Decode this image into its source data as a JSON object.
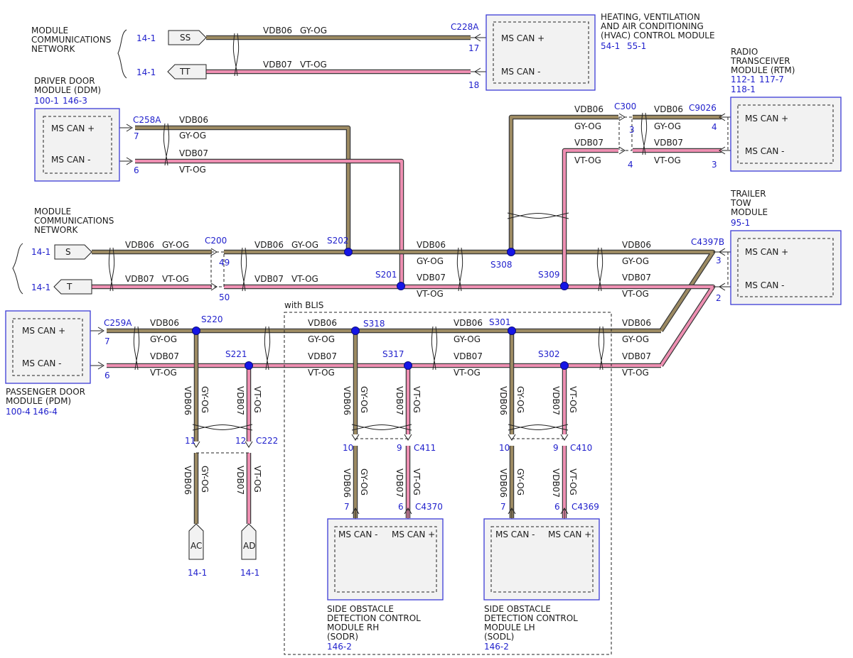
{
  "colors": {
    "gy_og": "#9c8a62",
    "vt_og": "#ee8fb2",
    "link": "#1f1fcc",
    "splice": "#1515e6"
  },
  "wires": {
    "vdb06": "VDB06",
    "vdb07": "VDB07",
    "gy_og": "GY-OG",
    "vt_og": "VT-OG"
  },
  "blocks": {
    "mcn_top": {
      "lines": [
        "MODULE",
        "COMMUNICATIONS",
        "NETWORK"
      ],
      "ref": "14-1",
      "pin_plus": "SS",
      "ref2": "14-1",
      "pin_minus": "TT"
    },
    "mcn_mid": {
      "lines": [
        "MODULE",
        "COMMUNICATIONS",
        "NETWORK"
      ],
      "ref": "14-1",
      "pin_plus": "S",
      "ref2": "14-1",
      "pin_minus": "T"
    },
    "blis": "with BLIS"
  },
  "modules": {
    "hvac": {
      "lines": [
        "HEATING, VENTILATION",
        "AND AIR CONDITIONING",
        "(HVAC) CONTROL MODULE"
      ],
      "refs": [
        "54-1",
        "55-1"
      ],
      "plus": "MS CAN +",
      "minus": "MS CAN -",
      "connector": "C228A",
      "pin_plus": "17",
      "pin_minus": "18"
    },
    "ddm": {
      "lines": [
        "DRIVER DOOR",
        "MODULE (DDM)"
      ],
      "refs": [
        "100-1",
        "146-3"
      ],
      "plus": "MS CAN +",
      "minus": "MS CAN -",
      "connector": "C258A",
      "pin_plus": "7",
      "pin_minus": "6"
    },
    "rtm": {
      "lines": [
        "RADIO",
        "TRANSCEIVER",
        "MODULE (RTM)"
      ],
      "refs": [
        "112-1",
        "117-7",
        "118-1"
      ],
      "plus": "MS CAN +",
      "minus": "MS CAN -",
      "connector": "C9026",
      "pin_plus": "4",
      "pin_minus": "3"
    },
    "ttm": {
      "lines": [
        "TRAILER",
        "TOW",
        "MODULE"
      ],
      "refs": [
        "95-1"
      ],
      "plus": "MS CAN +",
      "minus": "MS CAN -",
      "connector": "C4397B",
      "pin_plus": "3",
      "pin_minus": "2"
    },
    "pdm": {
      "lines": [
        "PASSENGER DOOR",
        "MODULE (PDM)"
      ],
      "refs": [
        "100-4",
        "146-4"
      ],
      "plus": "MS CAN +",
      "minus": "MS CAN -",
      "connector": "C259A",
      "pin_plus": "7",
      "pin_minus": "6"
    },
    "sodr": {
      "lines": [
        "SIDE OBSTACLE",
        "DETECTION CONTROL",
        "MODULE RH",
        "(SODR)"
      ],
      "ref": "146-2",
      "minus": "MS CAN -",
      "plus": "MS CAN +",
      "connector": "C4370",
      "pin_gy": "7",
      "pin_vt": "6"
    },
    "sodl": {
      "lines": [
        "SIDE OBSTACLE",
        "DETECTION CONTROL",
        "MODULE LH",
        "(SODL)"
      ],
      "ref": "146-2",
      "minus": "MS CAN -",
      "plus": "MS CAN +",
      "connector": "C4369",
      "pin_gy": "7",
      "pin_vt": "6"
    }
  },
  "connectors": {
    "c200": {
      "name": "C200",
      "pin_a": "49",
      "pin_b": "50"
    },
    "c300": {
      "name": "C300",
      "pin_a": "3",
      "pin_b": "4"
    },
    "c222": {
      "name": "C222",
      "pin_a": "11",
      "pin_b": "12"
    },
    "c411": {
      "name": "C411",
      "pin_a": "10",
      "pin_b": "9"
    },
    "c410": {
      "name": "C410",
      "pin_a": "10",
      "pin_b": "9"
    }
  },
  "rtm_side_pins": {
    "a": "3",
    "b": "4"
  },
  "splices": [
    "S202",
    "S201",
    "S308",
    "S309",
    "S220",
    "S221",
    "S318",
    "S317",
    "S301",
    "S302"
  ],
  "terminals": {
    "ac": {
      "label": "AC",
      "ref": "14-1"
    },
    "ad": {
      "label": "AD",
      "ref": "14-1"
    }
  }
}
